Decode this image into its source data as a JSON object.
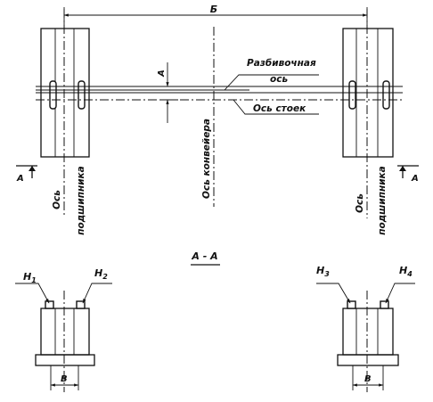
{
  "labels": {
    "span_width": "Б",
    "offset_a": "А",
    "layout_axis_line1": "Разбивочная",
    "layout_axis_line2": "ось",
    "column_axis": "Ось стоек",
    "conveyor_axis": "Ось конвейера",
    "bearing_axis_line1": "Ось",
    "bearing_axis_line2": "подшипника",
    "section_marker": "А",
    "section_title": "А - А",
    "h1": "H",
    "h1_sub": "1",
    "h2": "H",
    "h2_sub": "2",
    "h3": "H",
    "h3_sub": "3",
    "h4": "H",
    "h4_sub": "4",
    "base_width": "В"
  }
}
